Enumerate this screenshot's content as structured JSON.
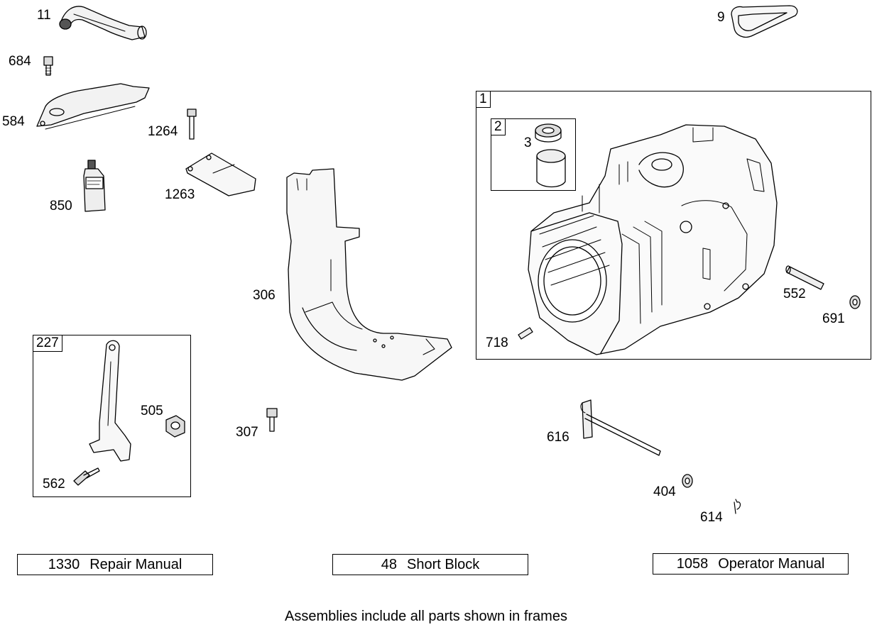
{
  "part_labels": {
    "p11": "11",
    "p684": "684",
    "p584": "584",
    "p1264": "1264",
    "p1263": "1263",
    "p850": "850",
    "p306": "306",
    "p307": "307",
    "p505": "505",
    "p562": "562",
    "p9": "9",
    "p3": "3",
    "p552": "552",
    "p691": "691",
    "p718": "718",
    "p616": "616",
    "p404": "404",
    "p614": "614"
  },
  "frames": {
    "f1": "1",
    "f2": "2",
    "f227": "227"
  },
  "references": [
    {
      "number": "1330",
      "label": "Repair Manual"
    },
    {
      "number": "48",
      "label": "Short Block"
    },
    {
      "number": "1058",
      "label": "Operator Manual"
    }
  ],
  "footer_note": "Assemblies include all parts shown in frames"
}
